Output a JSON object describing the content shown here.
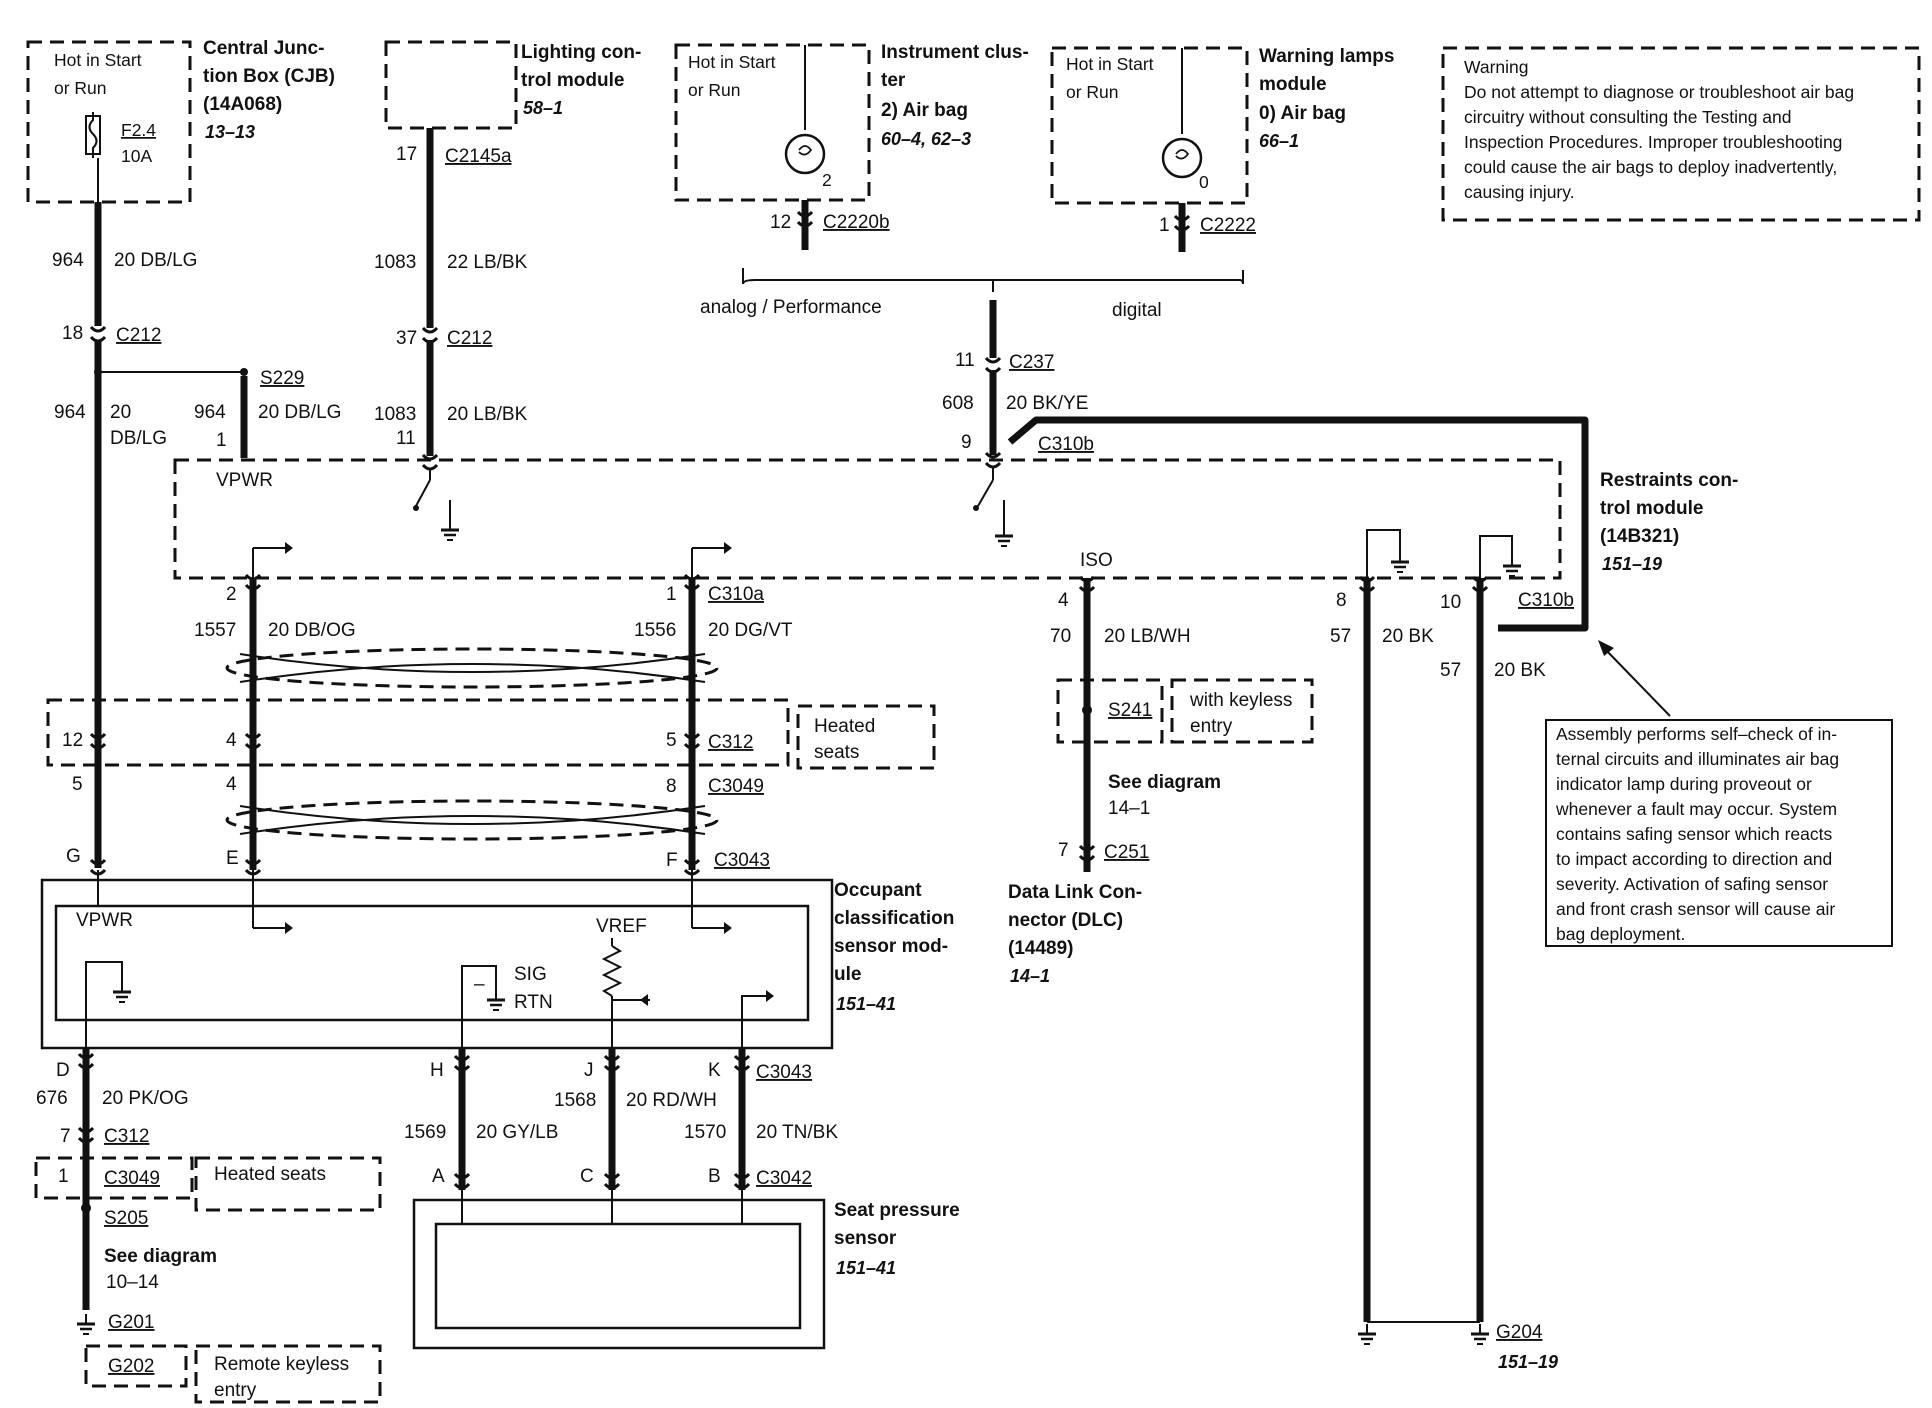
{
  "ignition": {
    "cjb_hot": [
      "Hot in Start",
      "or Run"
    ],
    "cluster_hot": [
      "Hot in Start",
      "or Run"
    ],
    "warning_hot": [
      "Hot in Start",
      "or Run"
    ],
    "fuse_name": "F2.4",
    "fuse_rating": "10A"
  },
  "components": {
    "cjb": {
      "title": [
        "Central Junc-",
        "tion Box (CJB)",
        "(14A068)"
      ],
      "ref": "13–13"
    },
    "lighting": {
      "title": [
        "Lighting con-",
        "trol module"
      ],
      "ref": "58–1"
    },
    "cluster": {
      "title": [
        "Instrument clus-",
        "ter"
      ],
      "item": "2)   Air bag",
      "ref": "60–4, 62–3",
      "pin": "2"
    },
    "warning_lamps": {
      "title": [
        "Warning lamps",
        "module"
      ],
      "item": "0)   Air bag",
      "ref": "66–1",
      "pin": "0"
    },
    "rcm": {
      "title": [
        "Restraints con-",
        "trol module",
        "(14B321)"
      ],
      "ref": "151–19"
    },
    "ocs": {
      "title": [
        "Occupant",
        "classification",
        "sensor mod-",
        "ule"
      ],
      "ref": "151–41"
    },
    "seat_sensor": {
      "title": [
        "Seat pressure",
        "sensor"
      ],
      "ref": "151–41"
    },
    "dlc": {
      "title": [
        "Data Link Con-",
        "nector (DLC)",
        "(14489)"
      ],
      "ref": "14–1"
    }
  },
  "warning_box": {
    "heading": "Warning",
    "lines": [
      "Do not attempt to diagnose or troubleshoot air bag",
      "circuitry without consulting the Testing and",
      "Inspection Procedures.  Improper troubleshooting",
      "could cause the air bags  to deploy inadvertently,",
      "causing injury."
    ]
  },
  "note_box": {
    "lines": [
      "Assembly performs self–check of in-",
      "ternal circuits and illuminates air bag",
      "indicator lamp during proveout or",
      "whenever a fault may occur. System",
      "contains safing sensor which reacts",
      "to impact according to direction and",
      "severity. Activation of safing sensor",
      "and front crash sensor will cause air",
      "bag deployment."
    ]
  },
  "options": {
    "analog": "analog / Performance",
    "digital": "digital",
    "heated_seats": [
      "Heated",
      "seats"
    ],
    "heated_seats_2": "Heated seats",
    "keyless": [
      "with keyless",
      "entry"
    ],
    "remote_keyless": [
      "Remote keyless",
      "entry"
    ]
  },
  "internal_labels": {
    "vpwr_rcm": "VPWR",
    "iso": "ISO",
    "vpwr_ocs": "VPWR",
    "vref": "VREF",
    "sig": "SIG",
    "rtn": "RTN",
    "minus": "–"
  },
  "connectors": {
    "C212_a": "C212",
    "C212_b": "C212",
    "S229": "S229",
    "C2145a": "C2145a",
    "C2220b": "C2220b",
    "C2222": "C2222",
    "C237": "C237",
    "C310b_a": "C310b",
    "C310b_b": "C310b",
    "C310a": "C310a",
    "C312_a": "C312",
    "C3049_a": "C3049",
    "C3043_a": "C3043",
    "C3043_b": "C3043",
    "C312_b": "C312",
    "C3049_b": "C3049",
    "S205": "S205",
    "G201": "G201",
    "G202": "G202",
    "C3042": "C3042",
    "S241": "S241",
    "C251": "C251",
    "G204": "G204"
  },
  "pins": {
    "p18": "18",
    "p1_s229": "1",
    "p17": "17",
    "p37": "37",
    "p11_lcm": "11",
    "p12_cluster": "12",
    "p1_warning": "1",
    "p11_c237": "11",
    "p9": "9",
    "p2_c310a": "2",
    "p1_c310a": "1",
    "p12_c312": "12",
    "p4_c312": "4",
    "p5_c312": "5",
    "p5_c3049": "5",
    "p4_c3049": "4",
    "p8_c3049": "8",
    "pG": "G",
    "pE": "E",
    "pF": "F",
    "pD": "D",
    "p7_c312": "7",
    "p1_c3049": "1",
    "pH": "H",
    "pJ": "J",
    "pK": "K",
    "pA": "A",
    "pC": "C",
    "pB": "B",
    "p4_iso": "4",
    "p7_dlc": "7",
    "p8_rcm": "8",
    "p10_rcm": "10"
  },
  "wires": {
    "w964_a": {
      "num": "964",
      "spec": "20 DB/LG"
    },
    "w964_b": {
      "num": "964",
      "spec": "20",
      "spec2": "DB/LG"
    },
    "w964_c": {
      "num": "964",
      "spec": "20 DB/LG"
    },
    "w1083_a": {
      "num": "1083",
      "spec": "22 LB/BK"
    },
    "w1083_b": {
      "num": "1083",
      "spec": "20 LB/BK"
    },
    "w608": {
      "num": "608",
      "spec": "20 BK/YE"
    },
    "w1557": {
      "num": "1557",
      "spec": "20 DB/OG"
    },
    "w1556": {
      "num": "1556",
      "spec": "20 DG/VT"
    },
    "w70": {
      "num": "70",
      "spec": "20 LB/WH"
    },
    "w57_a": {
      "num": "57",
      "spec": "20 BK"
    },
    "w57_b": {
      "num": "57",
      "spec": "20 BK"
    },
    "w676": {
      "num": "676",
      "spec": "20 PK/OG"
    },
    "w1568": {
      "num": "1568",
      "spec": "20 RD/WH"
    },
    "w1569": {
      "num": "1569",
      "spec": "20 GY/LB"
    },
    "w1570": {
      "num": "1570",
      "spec": "20 TN/BK"
    }
  },
  "see_diagram": {
    "a": {
      "text": "See diagram",
      "ref": "10–14"
    },
    "b": {
      "text": "See diagram",
      "ref": "14–1"
    }
  }
}
